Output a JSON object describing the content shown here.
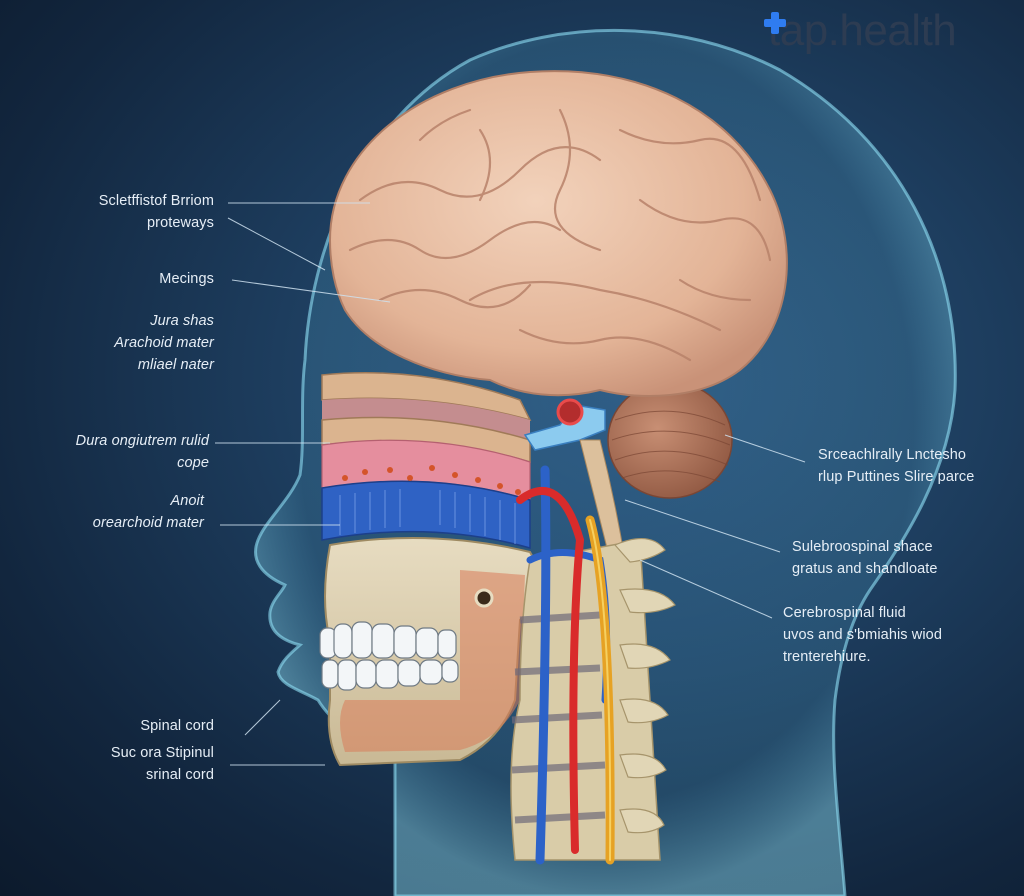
{
  "brand": {
    "logo_text": "tap.health",
    "accent_color": "#2f7cf0"
  },
  "illustration": {
    "subject": "head-and-neck-anatomy-cross-section",
    "regions": [
      "brain",
      "meninges-layers",
      "cerebellum",
      "skull-jaw",
      "teeth",
      "cervical-spine",
      "blood-vessels",
      "spinal-cord",
      "head-silhouette"
    ]
  },
  "labels_left": [
    {
      "lines": [
        "Scletffistof Brriom",
        "proteways"
      ]
    },
    {
      "lines": [
        "Mecings"
      ]
    },
    {
      "lines": [
        "Jura shas",
        "Arachoid mater",
        "mliael nater"
      ]
    },
    {
      "lines": [
        "Dura ongiutrem rulid",
        "cope"
      ]
    },
    {
      "lines": [
        "Anoit",
        "orearchoid mater"
      ]
    },
    {
      "lines": [
        "Spinal cord"
      ]
    },
    {
      "lines": [
        "Suc ora Stipinul",
        "srinal cord"
      ]
    }
  ],
  "labels_right": [
    {
      "lines": [
        "Srceachlrally Lnctesho",
        "rlup Puttines Slire parce"
      ]
    },
    {
      "lines": [
        "Sulebroospinal shace",
        "gratus and shandloate"
      ]
    },
    {
      "lines": [
        "Cerebrospinal fluid",
        "uvos and s'bmiahis wiod",
        "trenterehiure."
      ]
    }
  ],
  "colors": {
    "background_dark": "#0c1a2c",
    "background_mid": "#1d3d5e",
    "silhouette_glow": "#7fd3ee",
    "brain": "#e8bfa3",
    "meninges_tan": "#d8b18c",
    "meninges_pink": "#e08a98",
    "arachnoid_blue": "#2f62c4",
    "bone": "#d9ccae",
    "artery": "#d92b2b",
    "vein": "#2c62c8",
    "nerve": "#e6a224",
    "label_text": "#e6eef6"
  }
}
